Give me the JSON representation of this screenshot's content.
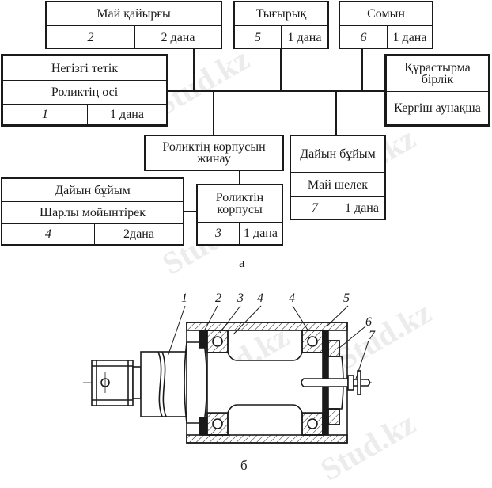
{
  "diagram_a": {
    "caption": "а",
    "root": {
      "title": "Негізгі тетік",
      "name": "Роликтің осі",
      "num": "1",
      "qty": "1 дана"
    },
    "parts": [
      {
        "id": "oil-seal",
        "name": "Май қайырғы",
        "num": "2",
        "qty": "2 дана"
      },
      {
        "id": "gasket",
        "name": "Тығырық",
        "num": "5",
        "qty": "1 дана"
      },
      {
        "id": "nut",
        "name": "Сомын",
        "num": "6",
        "qty": "1 дана"
      }
    ],
    "assembly_unit": {
      "title": "Құрастырма бірлік",
      "name": "Кергіш аунақша"
    },
    "housing_assembly": {
      "title": "Роликтің корпусын жинау"
    },
    "housing": {
      "name": "Роликтің корпусы",
      "num": "3",
      "qty": "1 дана"
    },
    "bearing": {
      "title": "Дайын бұйым",
      "name": "Шарлы мойынтірек",
      "num": "4",
      "qty": "2дана"
    },
    "grease_fitting": {
      "title": "Дайын бұйым",
      "name": "Май шелек",
      "num": "7",
      "qty": "1 дана"
    }
  },
  "diagram_b": {
    "caption": "б",
    "callouts": [
      "1",
      "2",
      "3",
      "4",
      "4",
      "5",
      "6",
      "7"
    ]
  },
  "watermark": "Stud.kz"
}
